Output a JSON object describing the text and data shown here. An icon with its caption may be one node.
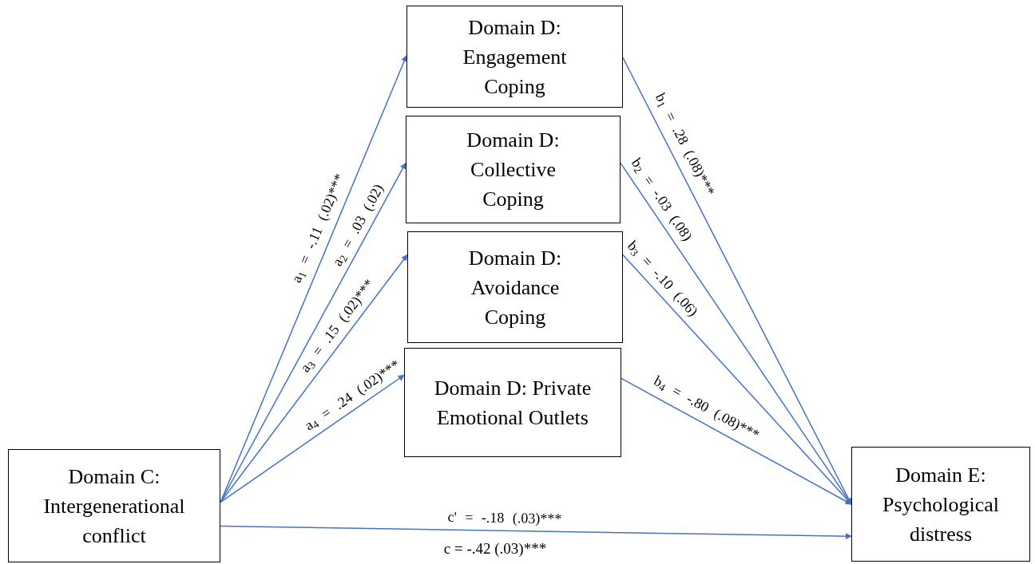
{
  "diagram": {
    "nodes": [
      {
        "text": [
          "Domain C: Intergenerational conflict"
        ]
      },
      {
        "text": [
          "Domain D: Engagement Coping"
        ]
      },
      {
        "text": [
          "Domain D: Collective Coping"
        ]
      },
      {
        "text": [
          "Domain D: Avoidance Coping"
        ]
      },
      {
        "text": [
          "Domain D: Private Emotional Outlets"
        ]
      },
      {
        "text": [
          "Domain E: Psychological distress"
        ]
      }
    ],
    "edges": [
      {
        "from": 0,
        "to": 1,
        "arrow": "to",
        "label": "a$_{1}$ = -.11 (.02)***"
      },
      {
        "from": 0,
        "to": 2,
        "arrow": "to",
        "label": "a$_{2}$ = .03 (.02)"
      },
      {
        "from": 0,
        "to": 3,
        "arrow": "to",
        "label": "a$_{3}$ = .15 (.02)***"
      },
      {
        "from": 0,
        "to": 4,
        "arrow": "to",
        "label": "a$_{4}$ = .24 (.02)***"
      },
      {
        "from": 1,
        "to": 5,
        "arrow": "to",
        "label": "b$_{1}$ = .28 (.08)***"
      },
      {
        "from": 2,
        "to": 5,
        "arrow": "to",
        "label": "b$_{2}$ = -.03 (.08)"
      },
      {
        "from": 3,
        "to": 5,
        "arrow": "to",
        "label": "b$_{3}$ = -.10 (.06)"
      },
      {
        "from": 4,
        "to": 5,
        "arrow": "to",
        "label": "b$_{4}$ = -.80 (.08)***"
      },
      {
        "from": 0,
        "to": 5,
        "arrow": "to",
        "label": "c' = -.18 (.03)***"
      }
    ],
    "labels": [
      "c = -.42 (.03)***"
    ]
  }
}
